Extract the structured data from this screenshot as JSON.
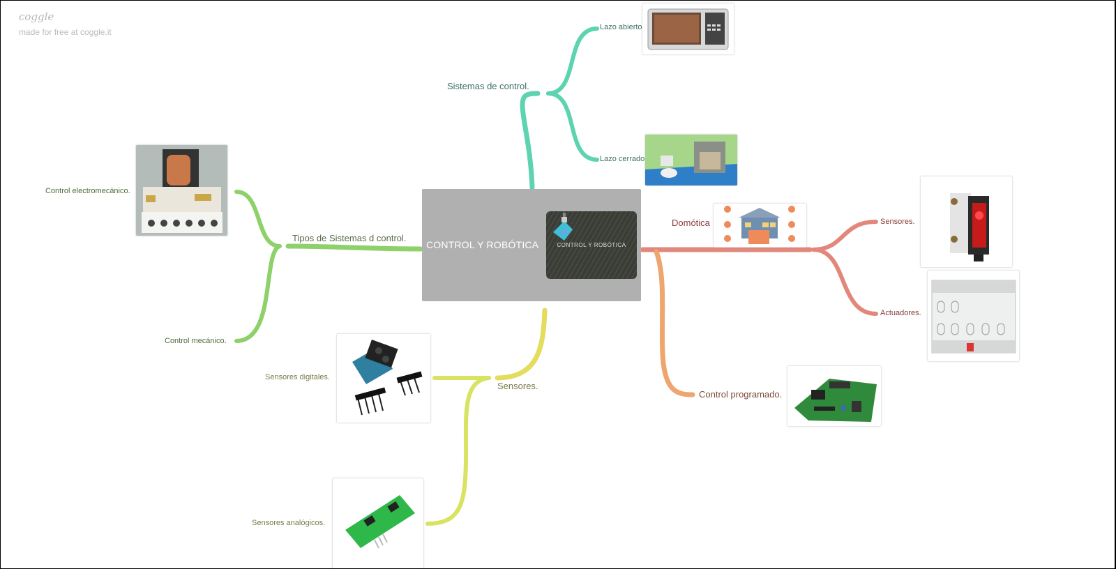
{
  "brand": {
    "logo": "coggle",
    "tagline": "made for free at coggle.it"
  },
  "root": {
    "title": "CONTROL Y ROBÓTICA",
    "thumbnail_caption": "CONTROL Y ROBÓTICA"
  },
  "colors": {
    "teal": "#5dd3b0",
    "green": "#8ed16a",
    "salmon": "#e2877b",
    "orange": "#eea56e",
    "yellow": "#e3dc5c",
    "lime": "#d8e361",
    "root_bg": "#b0b0b0"
  },
  "branches": [
    {
      "label": "Sistemas de control.",
      "color": "#5dd3b0",
      "children": [
        {
          "label": "Lazo abierto.",
          "image": "microwave-image"
        },
        {
          "label": "Lazo cerrado.",
          "image": "water-tank-image"
        }
      ]
    },
    {
      "label": "Tipos de Sistemas d control.",
      "color": "#8ed16a",
      "children": [
        {
          "label": "Control electromecánico.",
          "image": "relay-image"
        },
        {
          "label": "Control mecánico."
        }
      ]
    },
    {
      "label": "Domótica",
      "color": "#e2877b",
      "image": "smart-home-image",
      "children": [
        {
          "label": "Sensores.",
          "image": "photoelectric-sensor-image"
        },
        {
          "label": "Actuadores.",
          "image": "din-actuator-image"
        }
      ]
    },
    {
      "label": "Control programado.",
      "color": "#eea56e",
      "image": "circuit-board-image"
    },
    {
      "label": "Sensores.",
      "color": "#e3dc5c",
      "children": [
        {
          "label": "Sensores digitales.",
          "image": "digital-sensor-image"
        },
        {
          "label": "Sensores analógicos.",
          "image": "analog-sensor-image"
        }
      ]
    }
  ]
}
